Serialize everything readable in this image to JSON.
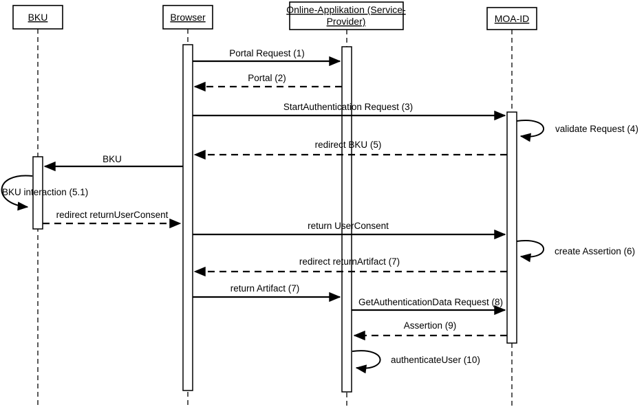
{
  "diagram": {
    "kind": "uml-sequence-diagram",
    "colors": {
      "ink": "#000000",
      "background": "#ffffff"
    }
  },
  "actors": [
    {
      "id": "bku",
      "name": "BKU"
    },
    {
      "id": "browser",
      "name": "Browser"
    },
    {
      "id": "online-app",
      "name_line1": "Online-Applikation (Service-",
      "name_line2": "Provider)"
    },
    {
      "id": "moa-id",
      "name": "MOA-ID"
    }
  ],
  "messages": [
    {
      "label": "Portal Request (1)",
      "from": "Browser",
      "to": "Online-Applikation (Service-Provider)",
      "line": "solid"
    },
    {
      "label": "Portal (2)",
      "from": "Online-Applikation (Service-Provider)",
      "to": "Browser",
      "line": "dashed"
    },
    {
      "label": "StartAuthentication Request (3)",
      "from": "Browser",
      "to": "MOA-ID",
      "line": "solid"
    },
    {
      "label": "validate Request (4)",
      "from": "MOA-ID",
      "to": "MOA-ID",
      "line": "self-loop"
    },
    {
      "label": "redirect BKU (5)",
      "from": "MOA-ID",
      "to": "Browser",
      "line": "dashed"
    },
    {
      "label": "BKU",
      "from": "Browser",
      "to": "BKU",
      "line": "solid"
    },
    {
      "label": "BKU interaction (5.1)",
      "from": "BKU",
      "to": "BKU",
      "line": "self-loop"
    },
    {
      "label": "redirect returnUserConsent",
      "from": "BKU",
      "to": "Browser",
      "line": "dashed"
    },
    {
      "label": "return UserConsent",
      "from": "Browser",
      "to": "MOA-ID",
      "line": "solid"
    },
    {
      "label": "create Assertion (6)",
      "from": "MOA-ID",
      "to": "MOA-ID",
      "line": "self-loop"
    },
    {
      "label": "redirect returnArtifact (7)",
      "from": "MOA-ID",
      "to": "Browser",
      "line": "dashed"
    },
    {
      "label": "return Artifact (7)",
      "from": "Browser",
      "to": "Online-Applikation (Service-Provider)",
      "line": "solid"
    },
    {
      "label": "GetAuthenticationData Request (8)",
      "from": "Online-Applikation (Service-Provider)",
      "to": "MOA-ID",
      "line": "solid"
    },
    {
      "label": "Assertion (9)",
      "from": "MOA-ID",
      "to": "Online-Applikation (Service-Provider)",
      "line": "dashed"
    },
    {
      "label": "authenticateUser (10)",
      "from": "Online-Applikation (Service-Provider)",
      "to": "Online-Applikation (Service-Provider)",
      "line": "self-loop"
    }
  ]
}
